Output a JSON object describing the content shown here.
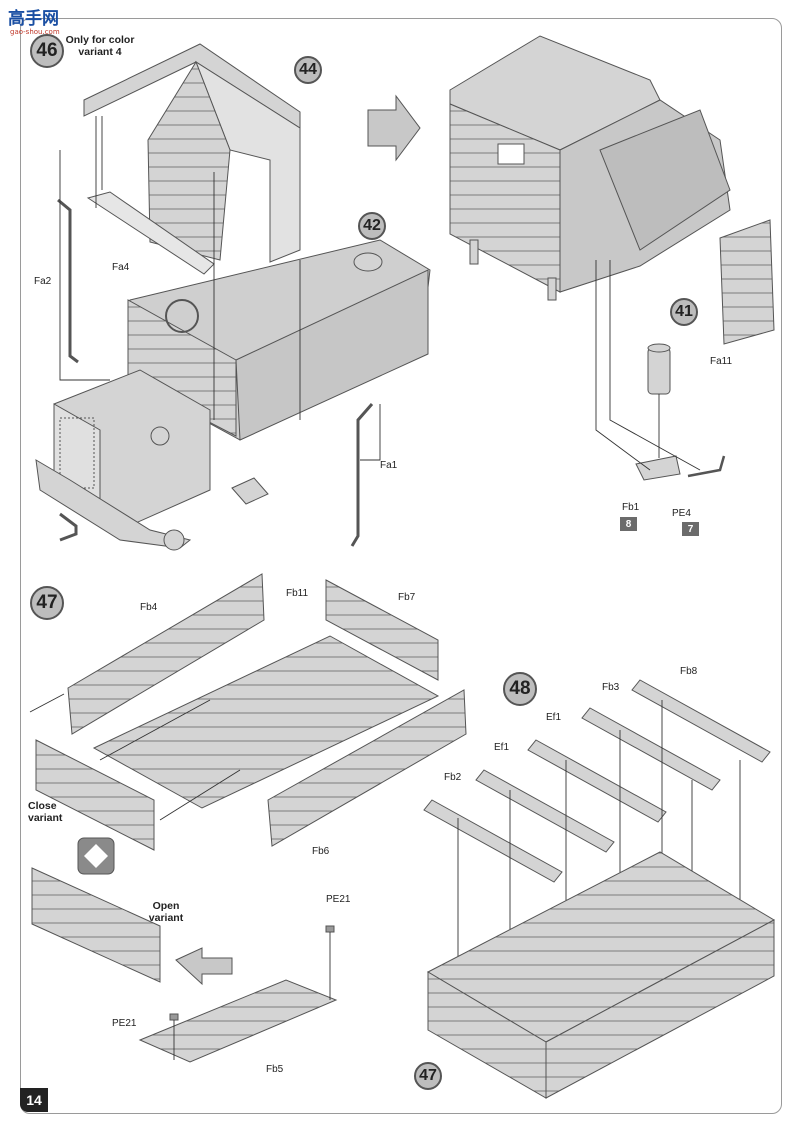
{
  "watermark": {
    "logo_text": "高手网",
    "url_text": "gao-shou.com"
  },
  "page_number": "14",
  "steps": [
    {
      "number": "46",
      "note": "Only for color variant 4"
    },
    {
      "number": "47"
    },
    {
      "number": "48"
    }
  ],
  "parts": {
    "p44": "44",
    "p42": "42",
    "p41": "41",
    "p47": "47",
    "Fa2": "Fa2",
    "Fa4": "Fa4",
    "Fa1": "Fa1",
    "Fa11": "Fa11",
    "Fb1": "Fb1",
    "PE4": "PE4",
    "Fb4": "Fb4",
    "Fb11": "Fb11",
    "Fb7": "Fb7",
    "Fb6": "Fb6",
    "Fb5": "Fb5",
    "PE21a": "PE21",
    "PE21b": "PE21",
    "Fb8": "Fb8",
    "Fb3": "Fb3",
    "Ef1a": "Ef1",
    "Ef1b": "Ef1",
    "Fb2": "Fb2"
  },
  "paint_refs": {
    "fb1": "8",
    "pe4": "7"
  },
  "variants": {
    "close": "Close variant",
    "open": "Open variant"
  },
  "colors": {
    "part_fill": "#d4d4d4",
    "part_stroke": "#555555",
    "badge_fill": "#bdbdbd",
    "ref_fill": "#6b6b6b"
  }
}
